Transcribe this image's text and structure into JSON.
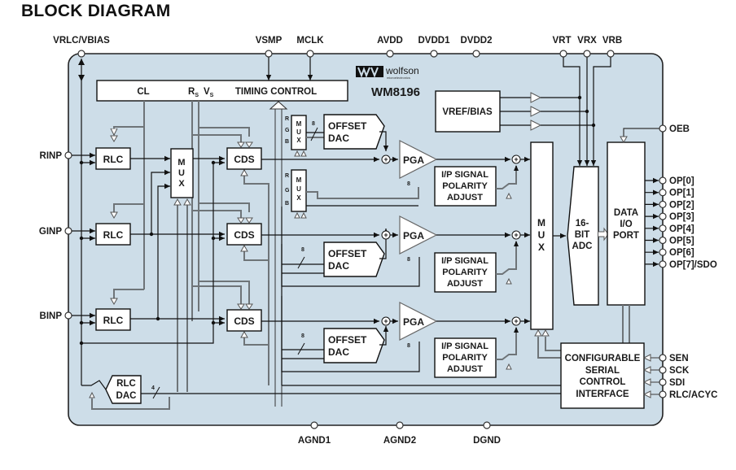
{
  "title": "BLOCK DIAGRAM",
  "chip": {
    "brand": "wolfson",
    "brand_sub": "microelectronics",
    "part": "WM8196",
    "body_color": "#cddde8"
  },
  "pins": {
    "top": [
      "VRLC/VBIAS",
      "VSMP",
      "MCLK",
      "AVDD",
      "DVDD1",
      "DVDD2",
      "VRT",
      "VRX",
      "VRB"
    ],
    "left": [
      "RINP",
      "GINP",
      "BINP"
    ],
    "right_top": [
      "OEB"
    ],
    "outputs": [
      "OP[0]",
      "OP[1]",
      "OP[2]",
      "OP[3]",
      "OP[4]",
      "OP[5]",
      "OP[6]",
      "OP[7]/SDO"
    ],
    "serial": [
      "SEN",
      "SCK",
      "SDI",
      "RLC/ACYC"
    ],
    "bottom": [
      "AGND1",
      "AGND2",
      "DGND"
    ]
  },
  "blocks": {
    "timing": {
      "label": "TIMING CONTROL",
      "cl": "CL",
      "rs": "R",
      "rs_sub": "S",
      "vs": "V",
      "vs_sub": "S"
    },
    "rlc": "RLC",
    "cds": "CDS",
    "mux_letters": [
      "M",
      "U",
      "X"
    ],
    "rgb": [
      "R",
      "G",
      "B"
    ],
    "offset_dac": [
      "OFFSET",
      "DAC"
    ],
    "pga": "PGA",
    "polarity": [
      "I/P SIGNAL",
      "POLARITY",
      "ADJUST"
    ],
    "vref": "VREF/BIAS",
    "adc": [
      "16-",
      "BIT",
      "ADC"
    ],
    "data_port": [
      "DATA",
      "I/O",
      "PORT"
    ],
    "serial_ctrl": [
      "CONFIGURABLE",
      "SERIAL",
      "CONTROL",
      "INTERFACE"
    ],
    "rlc_dac": [
      "RLC",
      "DAC"
    ],
    "bus_width_8": "8",
    "bus_width_4": "4"
  }
}
